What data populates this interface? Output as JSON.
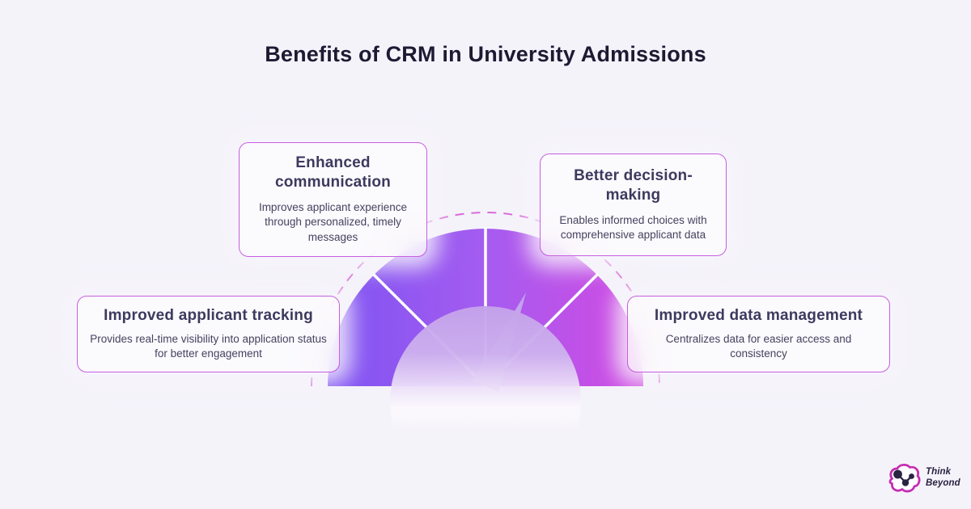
{
  "title": "Benefits of CRM in University Admissions",
  "cards": [
    {
      "title": "Enhanced communication",
      "body": "Improves applicant experience through personalized, timely messages"
    },
    {
      "title": "Better decision-making",
      "body": "Enables informed choices with comprehensive applicant data"
    },
    {
      "title": "Improved applicant tracking",
      "body": "Provides real-time visibility into application status for better engagement"
    },
    {
      "title": "Improved data management",
      "body": "Centralizes data for easier access and consistency"
    }
  ],
  "gauge": {
    "type": "speedometer-dial",
    "segments": 4,
    "divider_angles_deg": [
      45,
      90,
      135
    ]
  },
  "logo": {
    "line1": "Think",
    "line2": "Beyond"
  },
  "colors": {
    "background": "#f5f3fa",
    "title_text": "#1d1a33",
    "card_title": "#3d3a5e",
    "card_body": "#46425f",
    "card_border": "#c75fe0",
    "gauge_purple": "#7e53f2",
    "gauge_mid": "#a55cf0",
    "gauge_magenta": "#d24ae2",
    "dashed_arc": "#d96bd9",
    "inner_circle": "#c4a2ea",
    "logo_pink": "#c52bb3",
    "logo_navy": "#2a2342"
  }
}
